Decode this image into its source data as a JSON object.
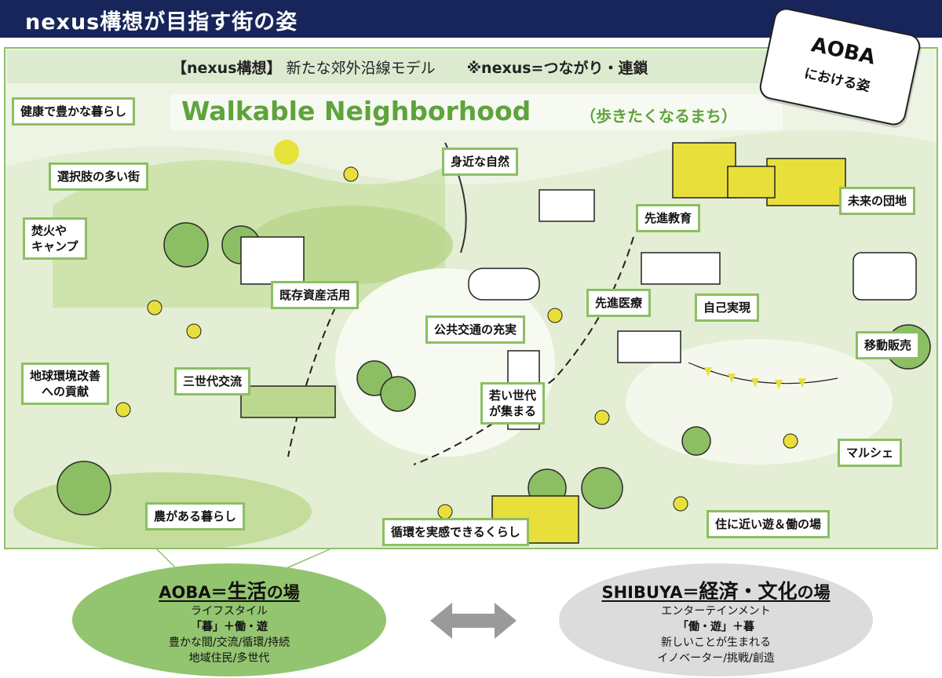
{
  "header": {
    "title": "nexus構想が目指す街の姿"
  },
  "concept": {
    "bracket": "【nexus構想】",
    "model": "新たな郊外沿線モデル",
    "note": "※nexus=つながり・連鎖"
  },
  "walkable": {
    "en": "Walkable Neighborhood",
    "ja": "（歩きたくなるまち）"
  },
  "badge": {
    "title": "AOBA",
    "sub": "における姿"
  },
  "labels": {
    "health": "健康で豊かな暮らし",
    "choices": "選択肢の多い街",
    "bonfire_1": "焚火や",
    "bonfire_2": "キャンプ",
    "environment_1": "地球環境改善",
    "environment_2": "への貢献",
    "generations": "三世代交流",
    "farm": "農がある暮らし",
    "nature": "身近な自然",
    "assets": "既存資産活用",
    "transit": "公共交通の充実",
    "young_1": "若い世代",
    "young_2": "が集まる",
    "circular": "循環を実感できるくらし",
    "education": "先進教育",
    "medical": "先進医療",
    "self": "自己実現",
    "future": "未来の団地",
    "mobile": "移動販売",
    "marche": "マルシェ",
    "workplay": "住に近い遊＆働の場"
  },
  "aoba": {
    "title_prefix": "AOBA＝",
    "title_main": "生活",
    "title_suffix": "の場",
    "lines": [
      "ライフスタイル",
      "「暮」＋働・遊",
      "豊かな間/交流/循環/持続",
      "地域住民/多世代"
    ]
  },
  "shibuya": {
    "title_prefix": "SHIBUYA＝",
    "title_main": "経済・文化",
    "title_suffix": "の場",
    "lines": [
      "エンターテインメント",
      "「働・遊」＋暮",
      "新しいことが生まれる",
      "イノベーター/挑戦/創造"
    ]
  },
  "colors": {
    "header": "#17255a",
    "accent": "#5ea33c",
    "label_border": "#8cbf63",
    "aoba": "#93c470",
    "shibuya": "#dcdcdc"
  }
}
